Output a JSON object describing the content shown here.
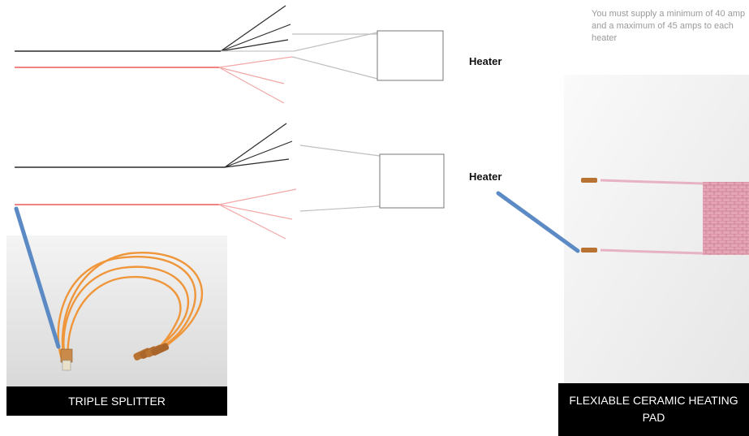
{
  "labels": {
    "heater_top": "Heater",
    "heater_bottom": "Heater"
  },
  "note": {
    "text": "You must supply a minimum of 40 amp and a maximum of 45 amps to each heater"
  },
  "captions": {
    "splitter": "TRIPLE SPLITTER",
    "pad": "FLEXIABLE CERAMIC HEATING PAD"
  },
  "colors": {
    "black_wire": "#2b2b2b",
    "red_wire": "#ee5a5a",
    "pink_wire": "#f3a7a7",
    "grey_wire": "#c8c8c8",
    "pointer": "#5b8ac4",
    "splitter_wire": "#f0963a",
    "pad_mesh": "#e4a5b7",
    "caption_bg": "#000000"
  }
}
